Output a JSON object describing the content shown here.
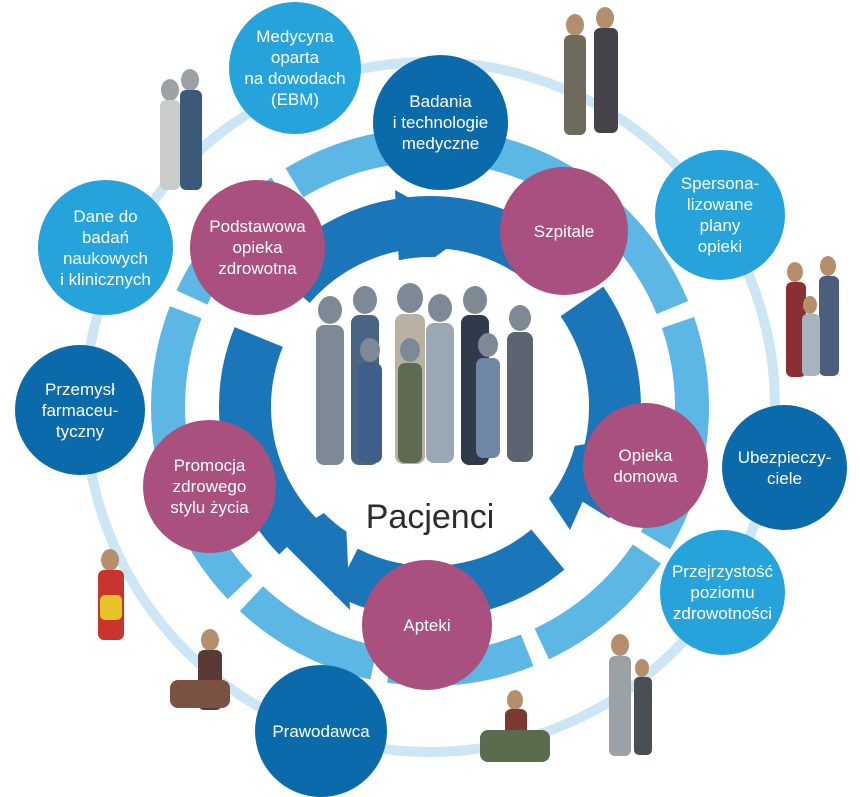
{
  "center_label": "Pacjenci",
  "outer_nodes": [
    {
      "text": "Medycyna\noparta\nna dowodach\n(EBM)"
    },
    {
      "text": "Badania\ni technologie\nmedyczne"
    },
    {
      "text": "Spersona-\nlizowane\nplany\nopieki"
    },
    {
      "text": "Ubezpieczy-\nciele"
    },
    {
      "text": "Przejrzystość\npoziomu\nzdrowotności"
    },
    {
      "text": "Prawodawca"
    },
    {
      "text": "Przemysł\nfarmaceu-\ntyczny"
    },
    {
      "text": "Dane do\nbadań\nnaukowych\ni klinicznych"
    }
  ],
  "inner_nodes": [
    {
      "text": "Szpitale"
    },
    {
      "text": "Opieka\ndomowa"
    },
    {
      "text": "Apteki"
    },
    {
      "text": "Promocja\nzdrowego\nstylu życia"
    },
    {
      "text": "Podstawowa\nopieka\nzdrowotna"
    }
  ],
  "colors": {
    "outer_ring": "#cde6f5",
    "mid_ring": "#5db7e4",
    "inner_arrows": "#1a75b9",
    "light_node": "#27a3dc",
    "dark_node": "#0b6aa9",
    "pink_node": "#a9507e"
  }
}
